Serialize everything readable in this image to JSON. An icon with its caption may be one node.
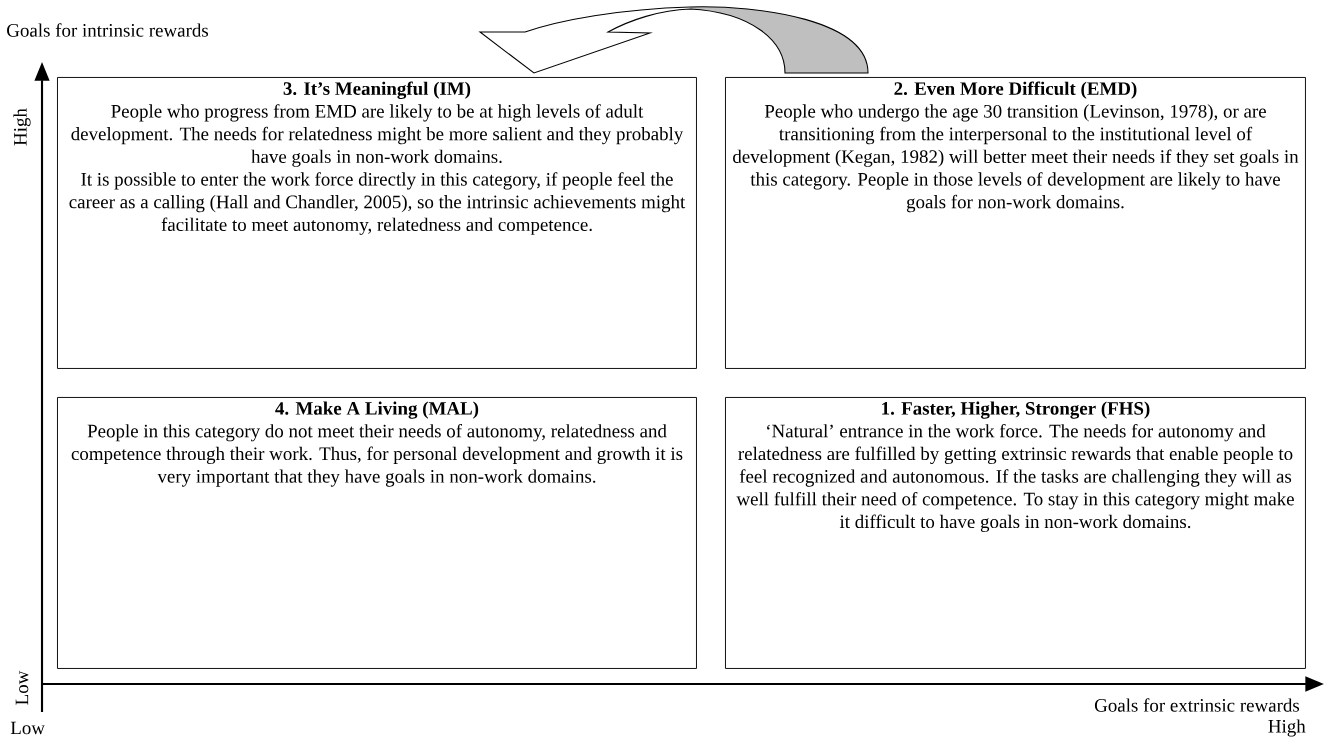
{
  "diagram": {
    "nodes": [
      {
        "text": [
          "3. It’s Meaningful (IM)",
          "People who progress from EMD are likely to be at high levels of adult development. The needs for relatedness might be more salient and they probably have goals in non-work domains.",
          "It is possible to enter the work force directly in this category, if people feel the career as a calling (Hall and Chandler, 2005), so the intrinsic achievements might facilitate to meet autonomy, relatedness and competence."
        ]
      },
      {
        "text": [
          "2. Even More Difficult (EMD)",
          "People who undergo the age 30 transition (Levinson, 1978), or are transitioning from the interpersonal to the institutional level of development (Kegan, 1982) will better meet their needs if they set goals in this category. People in those levels of development are likely to have goals for non-work domains."
        ]
      },
      {
        "text": [
          "4. Make A Living (MAL)",
          "People in this category do not meet their needs of autonomy, relatedness and competence through their work. Thus, for personal development and growth it is very important that they have goals in non-work domains."
        ]
      },
      {
        "text": [
          "1. Faster, Higher, Stronger (FHS)",
          "‘Natural’ entrance in the work force. The needs for autonomy and relatedness are fulfilled by getting extrinsic rewards that enable people to feel recognized and autonomous. If the tasks are challenging they will as well fulfill their need of competence. To stay in this category might make it difficult to have goals in non-work domains."
        ]
      }
    ],
    "edges": [
      {
        "from": 1,
        "to": 0,
        "arrow": "to"
      }
    ],
    "labels": [
      "Goals for intrinsic rewards",
      "High",
      "Low",
      "Goals for extrinsic rewards",
      "Low",
      "High"
    ]
  }
}
